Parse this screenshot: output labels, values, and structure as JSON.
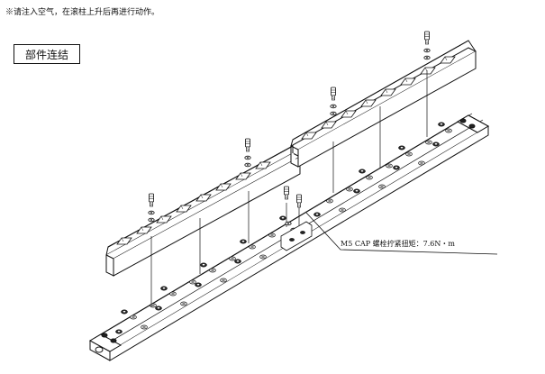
{
  "header": {
    "note": "※请注入空气，在滚柱上升后再进行动作。",
    "section_label": "部件连结"
  },
  "callout": {
    "text": "M5 CAP 螺栓拧紧扭矩：7.6N・m"
  },
  "colors": {
    "line": "#111111",
    "background": "#ffffff"
  }
}
